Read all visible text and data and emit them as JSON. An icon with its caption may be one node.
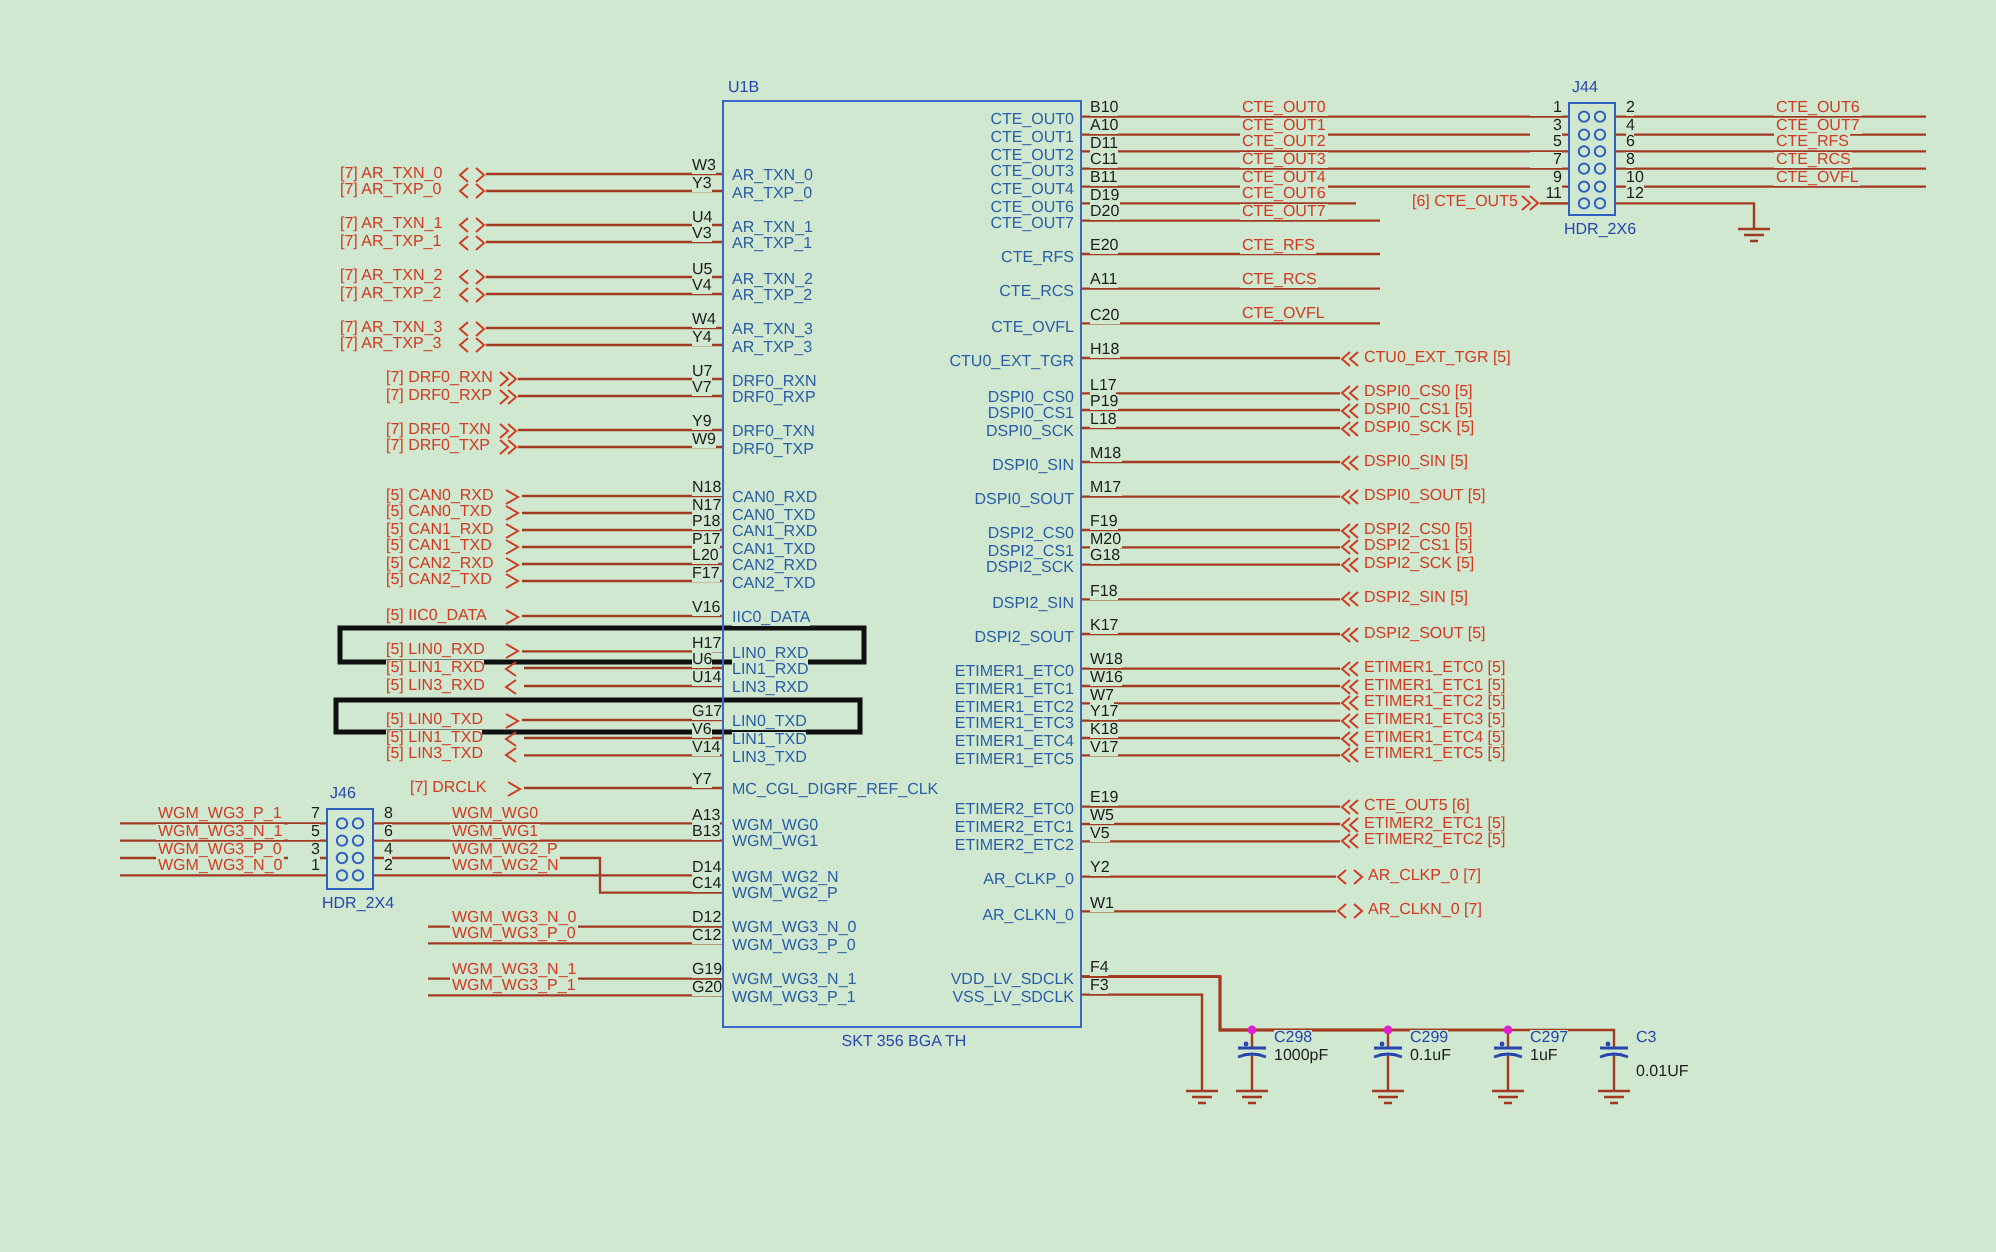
{
  "diagram": {
    "nodes": [
      {
        "text": [
          "U1B",
          "W3",
          "AR_TXN_0",
          "Y3",
          "AR_TXP_0",
          "U4",
          "AR_TXN_1",
          "V3",
          "AR_TXP_1",
          "U5",
          "AR_TXN_2",
          "V4",
          "AR_TXP_2",
          "W4",
          "AR_TXN_3",
          "Y4",
          "AR_TXP_3",
          "U7",
          "DRF0_RXN",
          "V7",
          "DRF0_RXP",
          "Y9",
          "DRF0_TXN",
          "W9",
          "DRF0_TXP",
          "N18",
          "CAN0_RXD",
          "N17",
          "CAN0_TXD",
          "P18",
          "CAN1_RXD",
          "P17",
          "CAN1_TXD",
          "L20",
          "CAN2_RXD",
          "F17",
          "CAN2_TXD",
          "V16",
          "IIC0_DATA",
          "H17",
          "LIN0_RXD",
          "U6",
          "LIN1_RXD",
          "U14",
          "LIN3_RXD",
          "G17",
          "LIN0_TXD",
          "V6",
          "LIN1_TXD",
          "V14",
          "LIN3_TXD",
          "Y7",
          "MC_CGL_DIGRF_REF_CLK",
          "A13",
          "WGM_WG0",
          "B13",
          "WGM_WG1",
          "D14",
          "WGM_WG2_N",
          "C14",
          "WGM_WG2_P",
          "D12",
          "WGM_WG3_N_0",
          "C12",
          "WGM_WG3_P_0",
          "G19",
          "WGM_WG3_N_1",
          "G20",
          "WGM_WG3_P_1",
          "B10",
          "CTE_OUT0",
          "A10",
          "CTE_OUT1",
          "D11",
          "CTE_OUT2",
          "C11",
          "CTE_OUT3",
          "B11",
          "CTE_OUT4",
          "D19",
          "CTE_OUT6",
          "D20",
          "CTE_OUT7",
          "E20",
          "CTE_RFS",
          "A11",
          "CTE_RCS",
          "C20",
          "CTE_OVFL",
          "H18",
          "CTU0_EXT_TGR",
          "L17",
          "DSPI0_CS0",
          "P19",
          "DSPI0_CS1",
          "L18",
          "DSPI0_SCK",
          "M18",
          "DSPI0_SIN",
          "M17",
          "DSPI0_SOUT",
          "F19",
          "DSPI2_CS0",
          "M20",
          "DSPI2_CS1",
          "G18",
          "DSPI2_SCK",
          "F18",
          "DSPI2_SIN",
          "K17",
          "DSPI2_SOUT",
          "W18",
          "ETIMER1_ETC0",
          "W16",
          "ETIMER1_ETC1",
          "W7",
          "ETIMER1_ETC2",
          "Y17",
          "ETIMER1_ETC3",
          "K18",
          "ETIMER1_ETC4",
          "V17",
          "ETIMER1_ETC5",
          "E19",
          "ETIMER2_ETC0",
          "W5",
          "ETIMER2_ETC1",
          "V5",
          "ETIMER2_ETC2",
          "Y2",
          "AR_CLKP_0",
          "W1",
          "AR_CLKN_0",
          "F4",
          "VDD_LV_SDCLK",
          "F3",
          "VSS_LV_SDCLK",
          "SKT 356 BGA TH"
        ]
      },
      {
        "text": [
          "[7] AR_TXN_0"
        ]
      },
      {
        "text": [
          "[7] AR_TXP_0"
        ]
      },
      {
        "text": [
          "[7] AR_TXN_1"
        ]
      },
      {
        "text": [
          "[7] AR_TXP_1"
        ]
      },
      {
        "text": [
          "[7] AR_TXN_2"
        ]
      },
      {
        "text": [
          "[7] AR_TXP_2"
        ]
      },
      {
        "text": [
          "[7] AR_TXN_3"
        ]
      },
      {
        "text": [
          "[7] AR_TXP_3"
        ]
      },
      {
        "text": [
          "[7] DRF0_RXN"
        ]
      },
      {
        "text": [
          "[7] DRF0_RXP"
        ]
      },
      {
        "text": [
          "[7] DRF0_TXN"
        ]
      },
      {
        "text": [
          "[7] DRF0_TXP"
        ]
      },
      {
        "text": [
          "[5] CAN0_RXD"
        ]
      },
      {
        "text": [
          "[5] CAN0_TXD"
        ]
      },
      {
        "text": [
          "[5] CAN1_RXD"
        ]
      },
      {
        "text": [
          "[5] CAN1_TXD"
        ]
      },
      {
        "text": [
          "[5] CAN2_RXD"
        ]
      },
      {
        "text": [
          "[5] CAN2_TXD"
        ]
      },
      {
        "text": [
          "[5] IIC0_DATA"
        ]
      },
      {
        "text": [
          "[5] LIN0_RXD"
        ]
      },
      {
        "text": [
          "[5] LIN1_RXD"
        ]
      },
      {
        "text": [
          "[5] LIN3_RXD"
        ]
      },
      {
        "text": [
          "[5] LIN0_TXD"
        ]
      },
      {
        "text": [
          "[5] LIN1_TXD"
        ]
      },
      {
        "text": [
          "[5] LIN3_TXD"
        ]
      },
      {
        "text": [
          "[7] DRCLK"
        ]
      },
      {
        "text": [
          "J46",
          "7",
          "8",
          "5",
          "6",
          "3",
          "4",
          "1",
          "2",
          "HDR_2X4"
        ]
      },
      {
        "text": [
          "J44",
          "1",
          "2",
          "3",
          "4",
          "5",
          "6",
          "7",
          "8",
          "9",
          "10",
          "11",
          "12",
          "HDR_2X6"
        ]
      },
      {
        "text": [
          "[6] CTE_OUT5"
        ]
      },
      {
        "text": [
          "CTU0_EXT_TGR [5]"
        ]
      },
      {
        "text": [
          "DSPI0_CS0 [5]"
        ]
      },
      {
        "text": [
          "DSPI0_CS1 [5]"
        ]
      },
      {
        "text": [
          "DSPI0_SCK [5]"
        ]
      },
      {
        "text": [
          "DSPI0_SIN [5]"
        ]
      },
      {
        "text": [
          "DSPI0_SOUT [5]"
        ]
      },
      {
        "text": [
          "DSPI2_CS0 [5]"
        ]
      },
      {
        "text": [
          "DSPI2_CS1 [5]"
        ]
      },
      {
        "text": [
          "DSPI2_SCK [5]"
        ]
      },
      {
        "text": [
          "DSPI2_SIN [5]"
        ]
      },
      {
        "text": [
          "DSPI2_SOUT [5]"
        ]
      },
      {
        "text": [
          "ETIMER1_ETC0 [5]"
        ]
      },
      {
        "text": [
          "ETIMER1_ETC1 [5]"
        ]
      },
      {
        "text": [
          "ETIMER1_ETC2 [5]"
        ]
      },
      {
        "text": [
          "ETIMER1_ETC3 [5]"
        ]
      },
      {
        "text": [
          "ETIMER1_ETC4 [5]"
        ]
      },
      {
        "text": [
          "ETIMER1_ETC5 [5]"
        ]
      },
      {
        "text": [
          "CTE_OUT5 [6]"
        ]
      },
      {
        "text": [
          "ETIMER2_ETC1 [5]"
        ]
      },
      {
        "text": [
          "ETIMER2_ETC2 [5]"
        ]
      },
      {
        "text": [
          "AR_CLKP_0 [7]"
        ]
      },
      {
        "text": [
          "AR_CLKN_0 [7]"
        ]
      },
      {
        "text": [
          "C298",
          "1000pF"
        ]
      },
      {
        "text": [
          "C299",
          "0.1uF"
        ]
      },
      {
        "text": [
          "C297",
          "1uF"
        ]
      },
      {
        "text": [
          "C3",
          "0.01UF"
        ]
      },
      {
        "text": [],
        "shape": "ground"
      },
      {
        "text": [],
        "shape": "ground"
      },
      {
        "text": [],
        "shape": "ground"
      },
      {
        "text": [],
        "shape": "ground"
      },
      {
        "text": [],
        "shape": "ground"
      },
      {
        "text": [],
        "shape": "ground"
      }
    ],
    "edges": [
      {
        "from": 1,
        "to": 0,
        "arrow": "none"
      },
      {
        "from": 2,
        "to": 0,
        "arrow": "none"
      },
      {
        "from": 3,
        "to": 0,
        "arrow": "none"
      },
      {
        "from": 4,
        "to": 0,
        "arrow": "none"
      },
      {
        "from": 5,
        "to": 0,
        "arrow": "none"
      },
      {
        "from": 6,
        "to": 0,
        "arrow": "none"
      },
      {
        "from": 7,
        "to": 0,
        "arrow": "none"
      },
      {
        "from": 8,
        "to": 0,
        "arrow": "none"
      },
      {
        "from": 9,
        "to": 0,
        "arrow": "none"
      },
      {
        "from": 10,
        "to": 0,
        "arrow": "none"
      },
      {
        "from": 11,
        "to": 0,
        "arrow": "none"
      },
      {
        "from": 12,
        "to": 0,
        "arrow": "none"
      },
      {
        "from": 13,
        "to": 0,
        "arrow": "none"
      },
      {
        "from": 14,
        "to": 0,
        "arrow": "none"
      },
      {
        "from": 15,
        "to": 0,
        "arrow": "none"
      },
      {
        "from": 16,
        "to": 0,
        "arrow": "none"
      },
      {
        "from": 17,
        "to": 0,
        "arrow": "none"
      },
      {
        "from": 18,
        "to": 0,
        "arrow": "none"
      },
      {
        "from": 19,
        "to": 0,
        "arrow": "none"
      },
      {
        "from": 20,
        "to": 0,
        "arrow": "none"
      },
      {
        "from": 21,
        "to": 0,
        "arrow": "none"
      },
      {
        "from": 22,
        "to": 0,
        "arrow": "none"
      },
      {
        "from": 23,
        "to": 0,
        "arrow": "none"
      },
      {
        "from": 24,
        "to": 0,
        "arrow": "none"
      },
      {
        "from": 25,
        "to": 0,
        "arrow": "none"
      },
      {
        "from": 26,
        "to": 0,
        "arrow": "none"
      },
      {
        "from": 27,
        "to": 0,
        "arrow": "none",
        "label": "WGM_WG0"
      },
      {
        "from": 27,
        "to": 0,
        "arrow": "none",
        "label": "WGM_WG1"
      },
      {
        "from": 27,
        "to": 0,
        "arrow": "none",
        "label": "WGM_WG2_P"
      },
      {
        "from": 27,
        "to": 0,
        "arrow": "none",
        "label": "WGM_WG2_N"
      },
      {
        "from": 0,
        "to": null,
        "arrow": "none",
        "label": "WGM_WG3_N_0"
      },
      {
        "from": 0,
        "to": null,
        "arrow": "none",
        "label": "WGM_WG3_P_0"
      },
      {
        "from": 0,
        "to": null,
        "arrow": "none",
        "label": "WGM_WG3_N_1"
      },
      {
        "from": 0,
        "to": null,
        "arrow": "none",
        "label": "WGM_WG3_P_1"
      },
      {
        "from": null,
        "to": 27,
        "arrow": "none",
        "label": "WGM_WG3_P_1"
      },
      {
        "from": null,
        "to": 27,
        "arrow": "none",
        "label": "WGM_WG3_N_1"
      },
      {
        "from": null,
        "to": 27,
        "arrow": "none",
        "label": "WGM_WG3_P_0"
      },
      {
        "from": null,
        "to": 27,
        "arrow": "none",
        "label": "WGM_WG3_N_0"
      },
      {
        "from": 0,
        "to": 28,
        "arrow": "none",
        "label": "CTE_OUT0"
      },
      {
        "from": 0,
        "to": 28,
        "arrow": "none",
        "label": "CTE_OUT1"
      },
      {
        "from": 0,
        "to": 28,
        "arrow": "none",
        "label": "CTE_OUT2"
      },
      {
        "from": 0,
        "to": 28,
        "arrow": "none",
        "label": "CTE_OUT3"
      },
      {
        "from": 0,
        "to": 28,
        "arrow": "none",
        "label": "CTE_OUT4"
      },
      {
        "from": 0,
        "to": null,
        "arrow": "none",
        "label": "CTE_OUT6"
      },
      {
        "from": 0,
        "to": null,
        "arrow": "none",
        "label": "CTE_OUT7"
      },
      {
        "from": 0,
        "to": null,
        "arrow": "none",
        "label": "CTE_RFS"
      },
      {
        "from": 0,
        "to": null,
        "arrow": "none",
        "label": "CTE_RCS"
      },
      {
        "from": 0,
        "to": null,
        "arrow": "none",
        "label": "CTE_OVFL"
      },
      {
        "from": 29,
        "to": 28,
        "arrow": "none"
      },
      {
        "from": 28,
        "to": null,
        "arrow": "none",
        "label": "CTE_OUT6"
      },
      {
        "from": 28,
        "to": null,
        "arrow": "none",
        "label": "CTE_OUT7"
      },
      {
        "from": 28,
        "to": null,
        "arrow": "none",
        "label": "CTE_RFS"
      },
      {
        "from": 28,
        "to": null,
        "arrow": "none",
        "label": "CTE_RCS"
      },
      {
        "from": 28,
        "to": null,
        "arrow": "none",
        "label": "CTE_OVFL"
      },
      {
        "from": 28,
        "to": 56,
        "arrow": "none"
      },
      {
        "from": 0,
        "to": 30,
        "arrow": "none"
      },
      {
        "from": 0,
        "to": 31,
        "arrow": "none"
      },
      {
        "from": 0,
        "to": 32,
        "arrow": "none"
      },
      {
        "from": 0,
        "to": 33,
        "arrow": "none"
      },
      {
        "from": 0,
        "to": 34,
        "arrow": "none"
      },
      {
        "from": 0,
        "to": 35,
        "arrow": "none"
      },
      {
        "from": 0,
        "to": 36,
        "arrow": "none"
      },
      {
        "from": 0,
        "to": 37,
        "arrow": "none"
      },
      {
        "from": 0,
        "to": 38,
        "arrow": "none"
      },
      {
        "from": 0,
        "to": 39,
        "arrow": "none"
      },
      {
        "from": 0,
        "to": 40,
        "arrow": "none"
      },
      {
        "from": 0,
        "to": 41,
        "arrow": "none"
      },
      {
        "from": 0,
        "to": 42,
        "arrow": "none"
      },
      {
        "from": 0,
        "to": 43,
        "arrow": "none"
      },
      {
        "from": 0,
        "to": 44,
        "arrow": "none"
      },
      {
        "from": 0,
        "to": 45,
        "arrow": "none"
      },
      {
        "from": 0,
        "to": 46,
        "arrow": "none"
      },
      {
        "from": 0,
        "to": 47,
        "arrow": "none"
      },
      {
        "from": 0,
        "to": 48,
        "arrow": "none"
      },
      {
        "from": 0,
        "to": 49,
        "arrow": "none"
      },
      {
        "from": 0,
        "to": 50,
        "arrow": "none"
      },
      {
        "from": 0,
        "to": 51,
        "arrow": "none"
      },
      {
        "from": 0,
        "to": 52,
        "arrow": "none"
      },
      {
        "from": 0,
        "to": 53,
        "arrow": "none"
      },
      {
        "from": 0,
        "to": 54,
        "arrow": "none"
      },
      {
        "from": 0,
        "to": 55,
        "arrow": "none"
      },
      {
        "from": 0,
        "to": 57,
        "arrow": "none"
      },
      {
        "from": 52,
        "to": 58,
        "arrow": "none"
      },
      {
        "from": 53,
        "to": 59,
        "arrow": "none"
      },
      {
        "from": 54,
        "to": 60,
        "arrow": "none"
      },
      {
        "from": 55,
        "to": 61,
        "arrow": "none"
      }
    ]
  }
}
